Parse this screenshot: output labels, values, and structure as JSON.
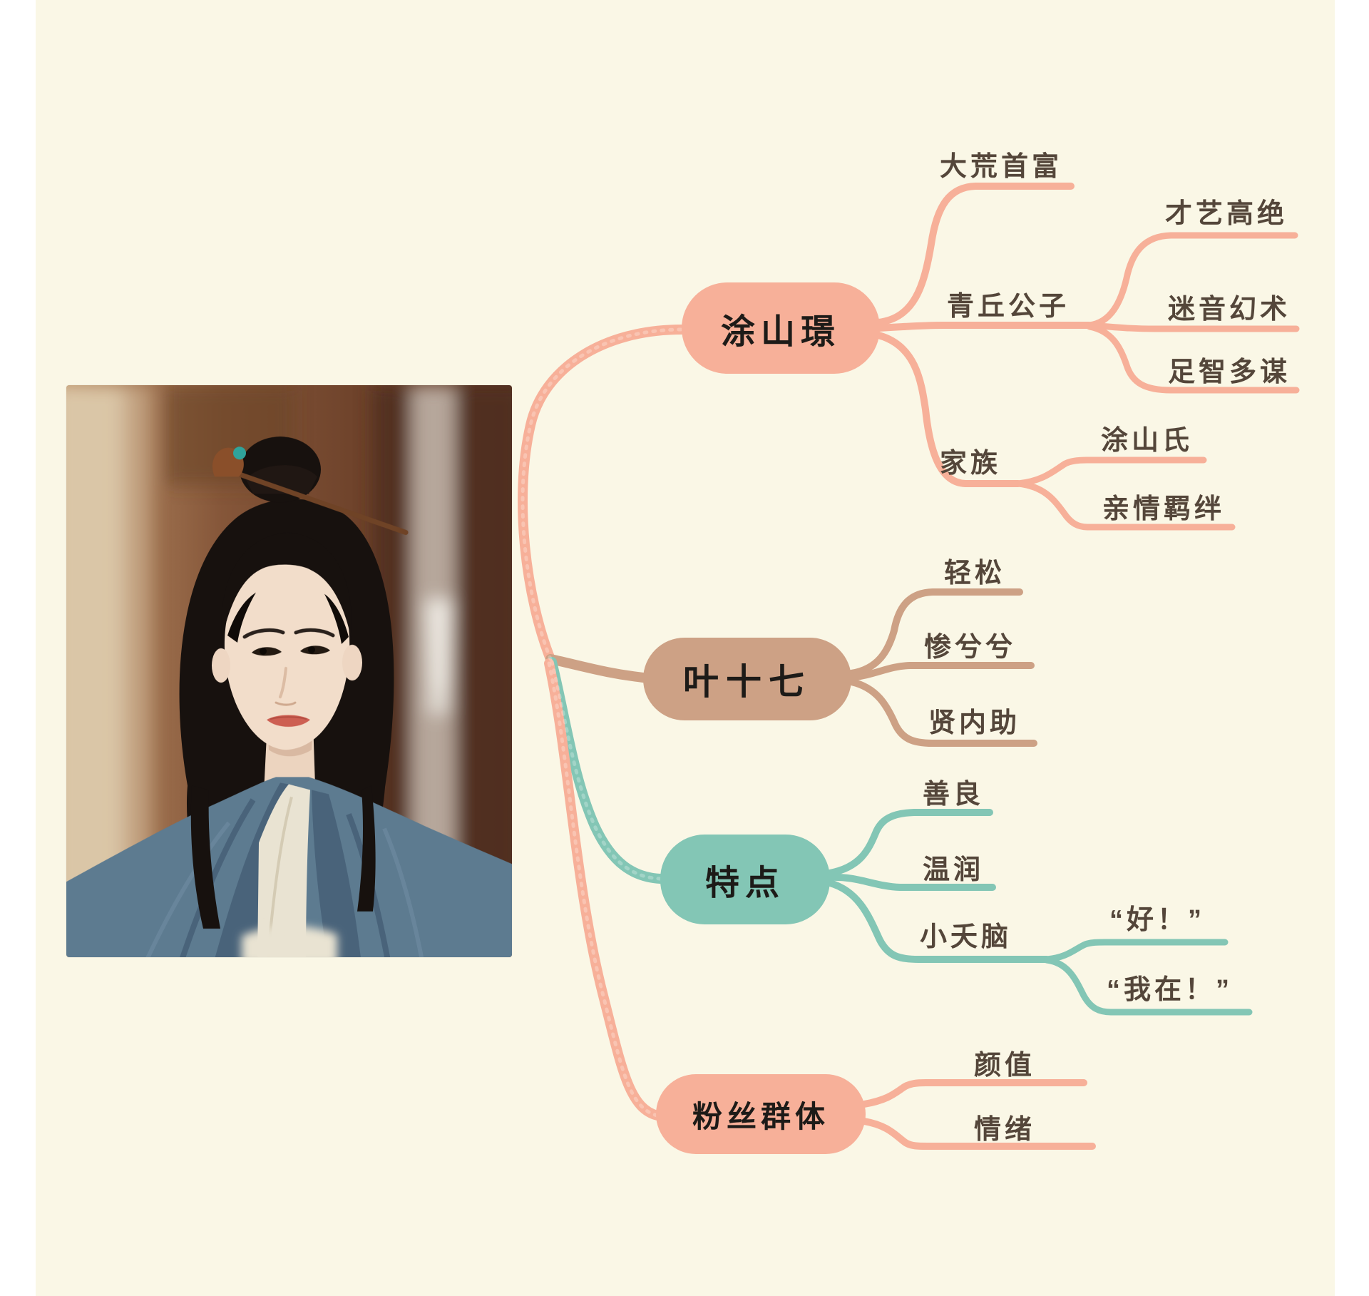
{
  "theme": {
    "page": "#ffffff",
    "canvas": "#faf7e6",
    "salmon": "#f7b099",
    "tan": "#cda185",
    "teal": "#83c6b5",
    "ink": "#1d1b18",
    "ink2": "#54463a"
  },
  "photo": {
    "description": "Young man in blue-gray hanfu robes with black hair in a topknot held by a wooden hairpin, warm blurred wooden interior background"
  },
  "mindmap": {
    "branches": [
      {
        "label": "涂山璟",
        "color": "#f7b099",
        "children": [
          {
            "label": "大荒首富",
            "children": []
          },
          {
            "label": "青丘公子",
            "children": [
              {
                "label": "才艺高绝"
              },
              {
                "label": "迷音幻术"
              },
              {
                "label": "足智多谋"
              }
            ]
          },
          {
            "label": "家族",
            "children": [
              {
                "label": "涂山氏"
              },
              {
                "label": "亲情羁绊"
              }
            ]
          }
        ]
      },
      {
        "label": "叶十七",
        "color": "#cda185",
        "children": [
          {
            "label": "轻松"
          },
          {
            "label": "惨兮兮"
          },
          {
            "label": "贤内助"
          }
        ]
      },
      {
        "label": "特点",
        "color": "#83c6b5",
        "children": [
          {
            "label": "善良"
          },
          {
            "label": "温润"
          },
          {
            "label": "小夭脑",
            "children": [
              {
                "label": "“好！”"
              },
              {
                "label": "“我在！”"
              }
            ]
          }
        ]
      },
      {
        "label": "粉丝群体",
        "color": "#f7b099",
        "children": [
          {
            "label": "颜值"
          },
          {
            "label": "情绪"
          }
        ]
      }
    ]
  }
}
